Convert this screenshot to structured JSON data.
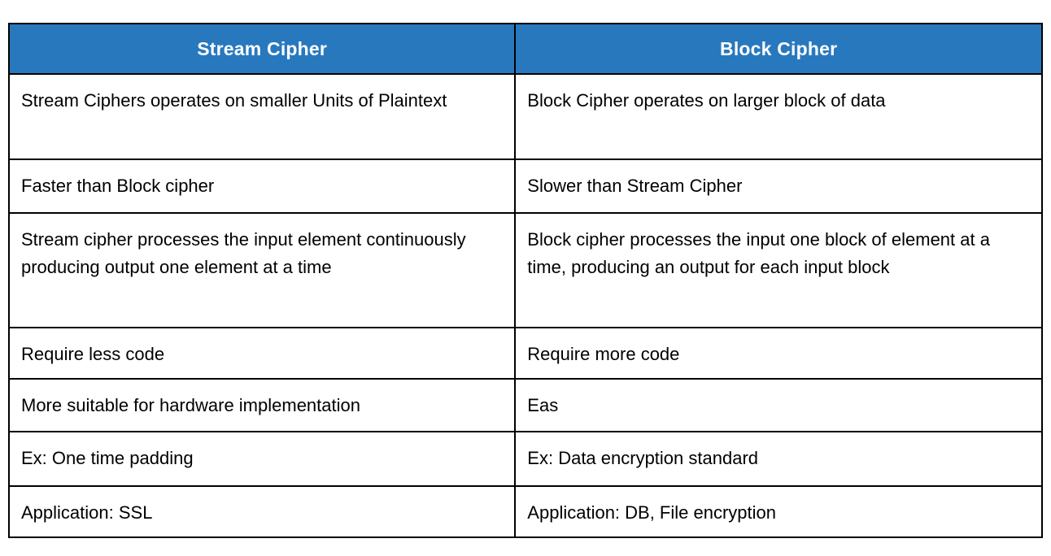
{
  "table": {
    "headers": [
      {
        "label": "Stream Cipher"
      },
      {
        "label": "Block Cipher"
      }
    ],
    "rows": [
      [
        "Stream Ciphers operates on smaller Units of Plaintext",
        "Block Cipher operates on larger block of data"
      ],
      [
        "Faster than Block cipher",
        "Slower than Stream Cipher"
      ],
      [
        "Stream cipher processes the input element continuously producing output one element at a time",
        "Block cipher processes the input one block of element at a time, producing an output for each input block"
      ],
      [
        "Require less code",
        "Require more code"
      ],
      [
        "More suitable for hardware implementation",
        "Eas"
      ],
      [
        "Ex: One time padding",
        "Ex: Data encryption standard"
      ],
      [
        "Application: SSL",
        "Application: DB, File encryption"
      ]
    ],
    "colors": {
      "header_bg": "#2878be",
      "header_text": "#ffffff",
      "border": "#000000",
      "body_text": "#000000"
    }
  }
}
